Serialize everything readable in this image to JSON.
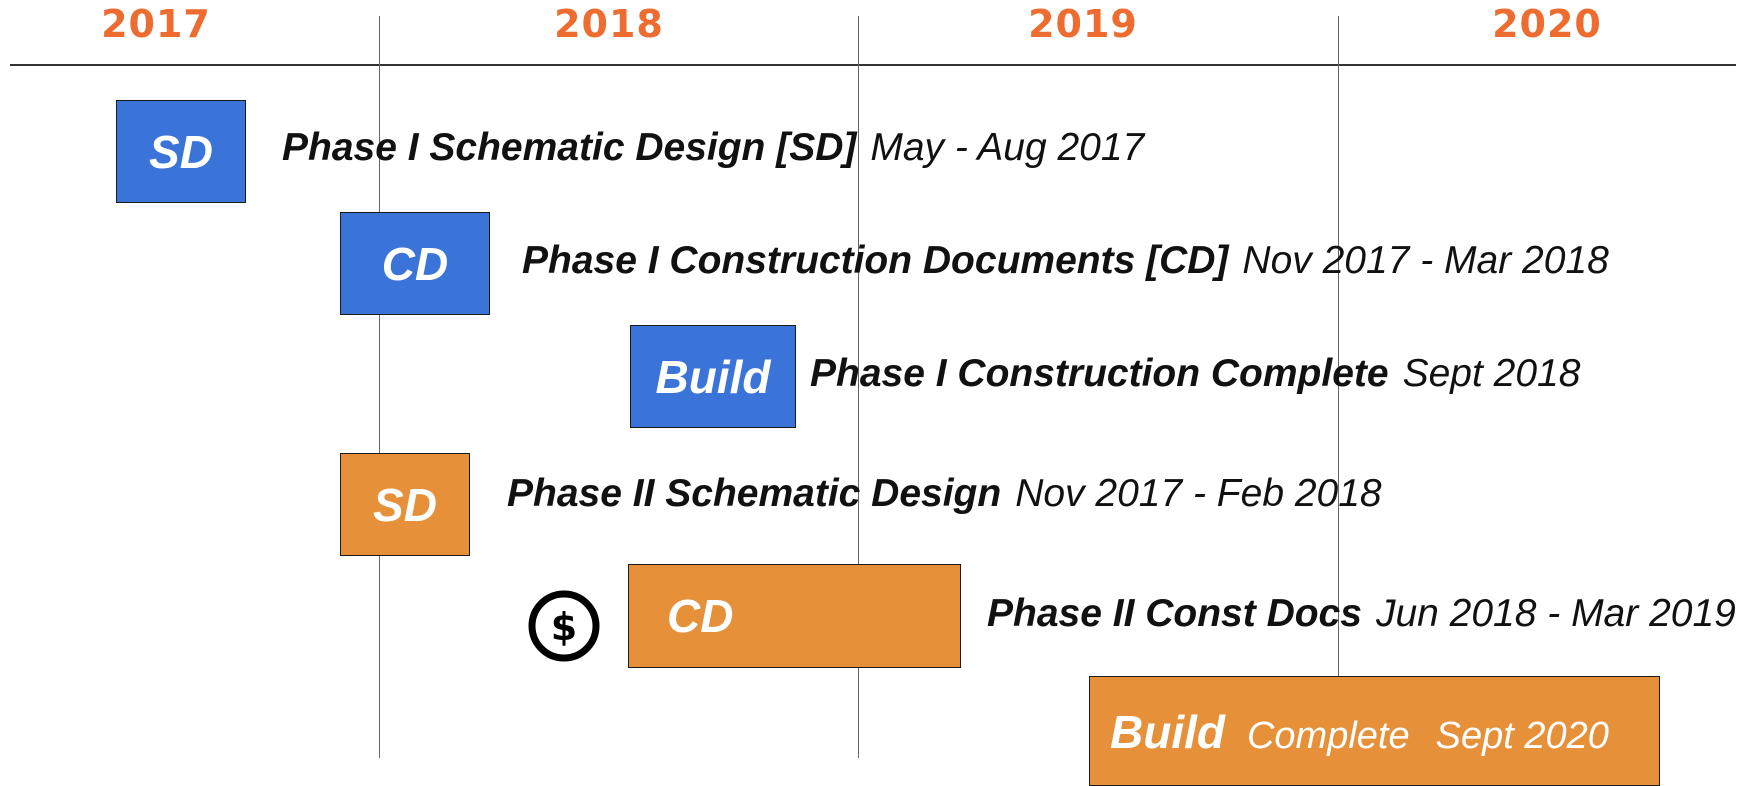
{
  "timeline": {
    "years": [
      "2017",
      "2018",
      "2019",
      "2020"
    ],
    "colors": {
      "year": "#ee6c30",
      "phase_one": "#3b74d9",
      "phase_two": "#e6913a"
    }
  },
  "rows": [
    {
      "box": "SD",
      "title": "Phase I Schematic Design [SD]",
      "dates": "May - Aug 2017"
    },
    {
      "box": "CD",
      "title": "Phase I Construction Documents [CD]",
      "dates": "Nov 2017 - Mar 2018"
    },
    {
      "box": "Build",
      "title": "Phase I Construction Complete",
      "dates": "Sept 2018"
    },
    {
      "box": "SD",
      "title": "Phase II Schematic Design",
      "dates": "Nov 2017 - Feb 2018"
    },
    {
      "box": "CD",
      "title": "Phase II Const Docs",
      "dates": "Jun 2018 - Mar 2019"
    },
    {
      "box": "Build",
      "title": "Complete",
      "dates": "Sept 2020"
    }
  ],
  "icons": {
    "funding": "dollar-circle-icon"
  }
}
